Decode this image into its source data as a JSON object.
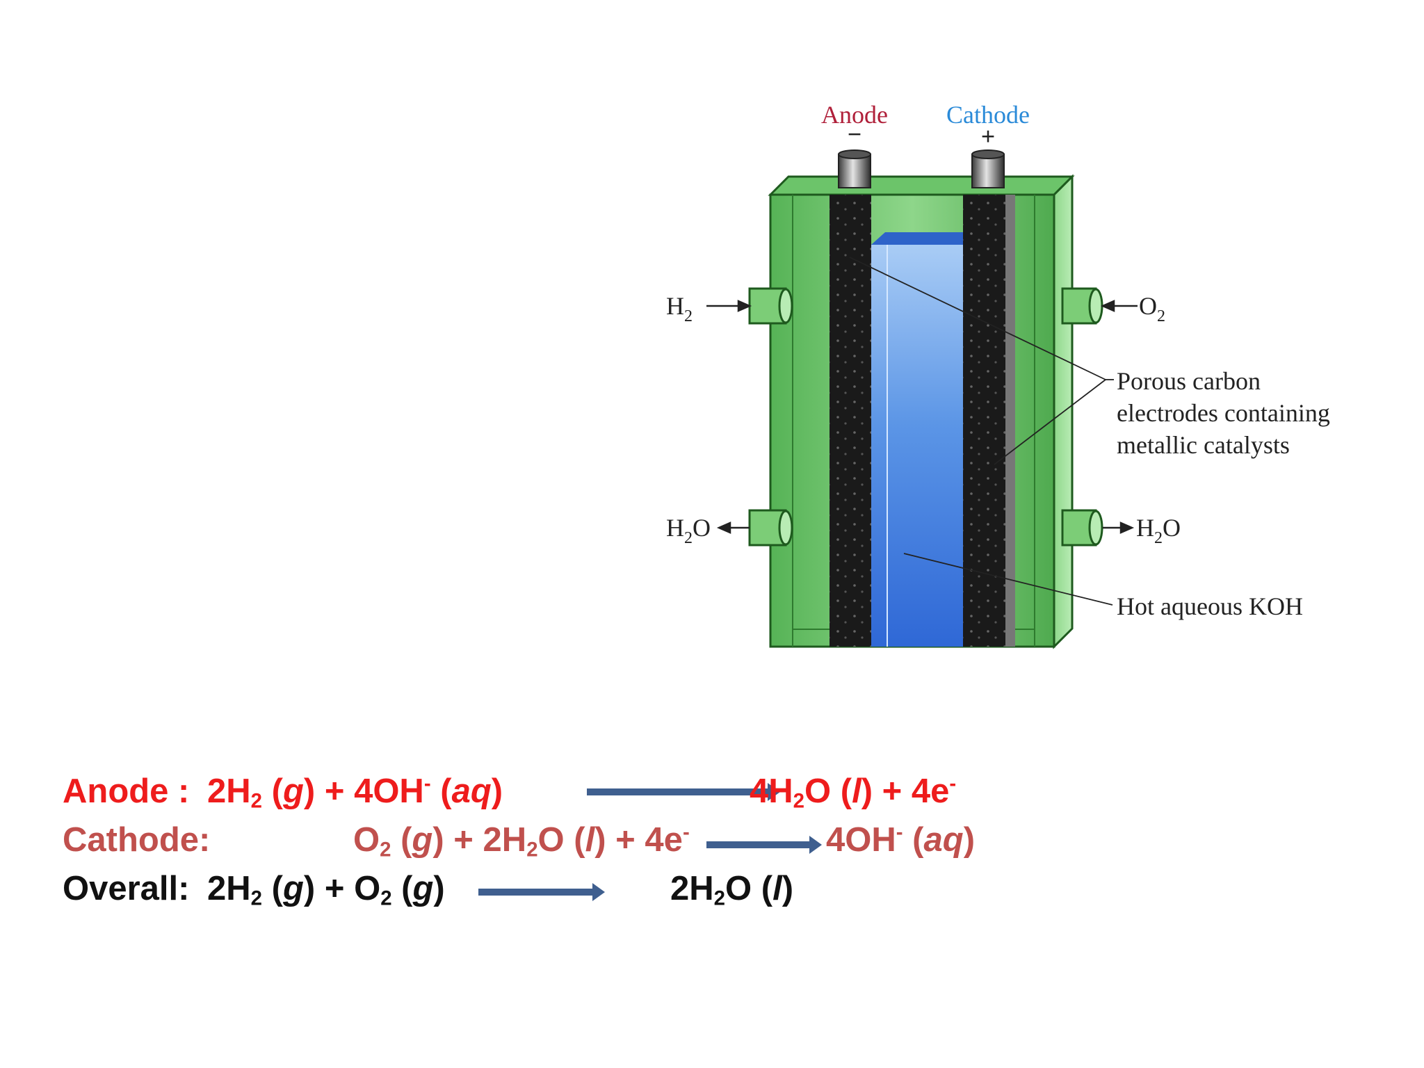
{
  "diagram": {
    "terminals": {
      "anode_label": "Anode",
      "anode_sign": "−",
      "cathode_label": "Cathode",
      "cathode_sign": "+"
    },
    "inlets": {
      "h2_left": {
        "main": "H",
        "sub": "2"
      },
      "h2o_left": {
        "main": "H",
        "sub": "2",
        "tail": "O"
      },
      "o2_right": {
        "main": "O",
        "sub": "2"
      },
      "h2o_right": {
        "main": "H",
        "sub": "2",
        "tail": "O"
      }
    },
    "callouts": {
      "electrodes_line1": "Porous carbon",
      "electrodes_line2": "electrodes containing",
      "electrodes_line3": "metallic catalysts",
      "electrolyte": "Hot aqueous KOH"
    },
    "colors": {
      "housing": "#5cb85c",
      "electrode": "#1a1a1a",
      "electrolyte": "#3a7be0",
      "anode_label": "#b0203a",
      "cathode_label": "#2a8ad8"
    }
  },
  "equations": {
    "colors": {
      "anode": "#ee1c1c",
      "cathode": "#c0504d",
      "overall": "#111111"
    },
    "anode": {
      "label": "Anode :",
      "reactant_a": "2H",
      "reactant_a_sub": "2",
      "reactant_a_state": "g",
      "plus1": "+",
      "reactant_b": "4OH",
      "reactant_b_sup": "-",
      "reactant_b_state": "aq",
      "product_a": "4H",
      "product_a_sub": "2",
      "product_a_tail": "O",
      "product_a_state": "l",
      "plus2": "+",
      "product_b": "4e",
      "product_b_sup": "-"
    },
    "cathode": {
      "label": "Cathode:",
      "reactant_a": "O",
      "reactant_a_sub": "2",
      "reactant_a_state": "g",
      "plus1": "+",
      "reactant_b": "2H",
      "reactant_b_sub": "2",
      "reactant_b_tail": "O",
      "reactant_b_state": "l",
      "plus2": "+",
      "reactant_c": "4e",
      "reactant_c_sup": "-",
      "product": "4OH",
      "product_sup": "-",
      "product_state": "aq"
    },
    "overall": {
      "label": "Overall:",
      "reactant_a": "2H",
      "reactant_a_sub": "2",
      "reactant_a_state": "g",
      "plus1": "+",
      "reactant_b": "O",
      "reactant_b_sub": "2",
      "reactant_b_state": "g",
      "product": "2H",
      "product_sub": "2",
      "product_tail": "O",
      "product_state": "l"
    }
  }
}
